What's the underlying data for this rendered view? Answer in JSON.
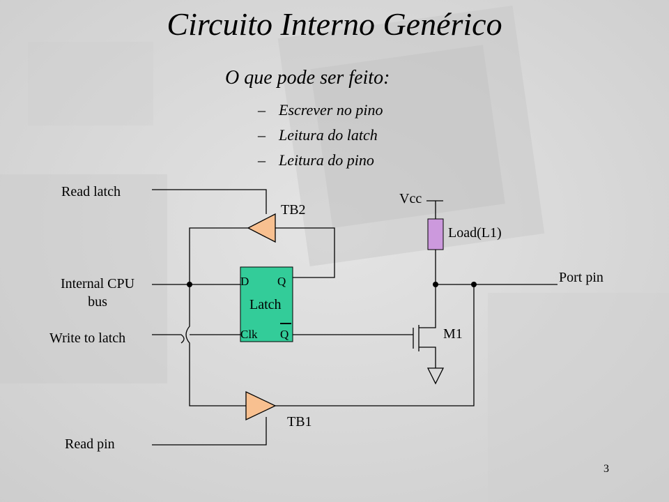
{
  "slide": {
    "title": "Circuito Interno Genérico",
    "subtitle": "O que pode ser feito:",
    "bullets": [
      "Escrever no pino",
      "Leitura do latch",
      "Leitura do pino"
    ],
    "bullet_marker": "–",
    "page_number": "3"
  },
  "diagram": {
    "labels": {
      "read_latch": "Read latch",
      "internal_cpu_bus_line1": "Internal CPU",
      "internal_cpu_bus_line2": "bus",
      "write_to_latch": "Write to latch",
      "read_pin": "Read pin",
      "tb2": "TB2",
      "tb1": "TB1",
      "latch": "Latch",
      "latch_d": "D",
      "latch_q": "Q",
      "latch_clk": "Clk",
      "latch_qbar": "Q",
      "vcc": "Vcc",
      "load": "Load(L1)",
      "port_pin": "Port pin",
      "m1": "M1"
    },
    "colors": {
      "latch_fill": "#33cc99",
      "buffer_fill": "#f8c090",
      "load_fill": "#cc99dd"
    }
  }
}
